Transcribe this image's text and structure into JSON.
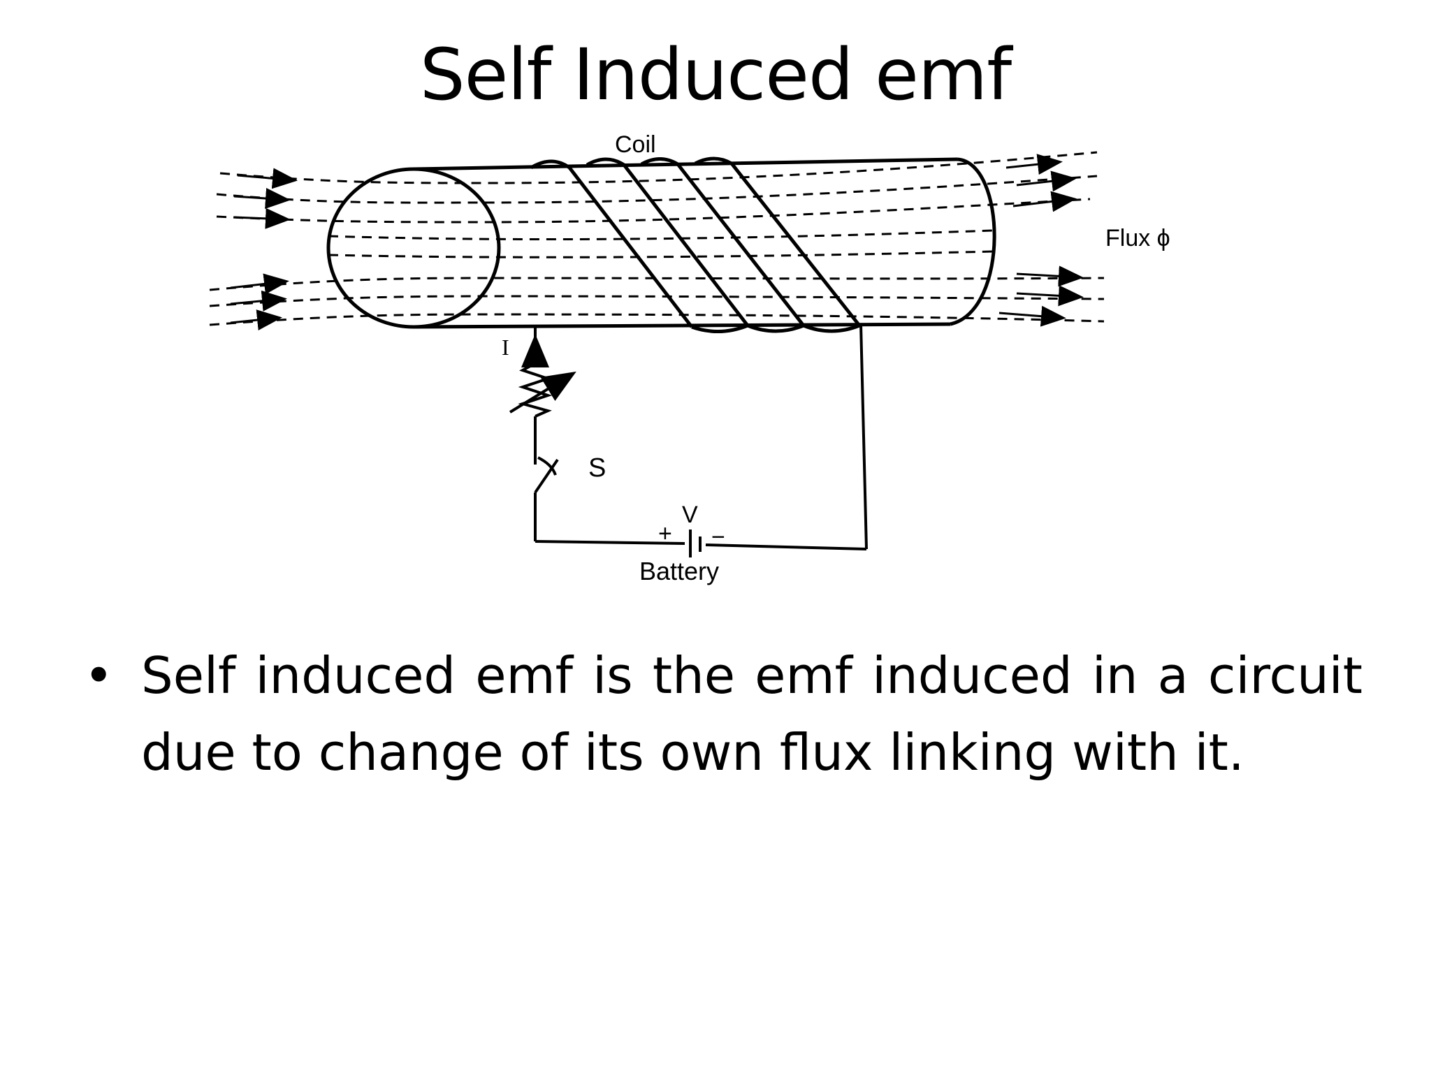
{
  "slide": {
    "title": "Self Induced emf"
  },
  "diagram": {
    "coil_label": "Coil",
    "flux_label": "Flux ϕ",
    "current_label": "I",
    "switch_label": "S",
    "voltage_label": "V",
    "battery_label": "Battery",
    "plus_sign": "+",
    "minus_sign": "−"
  },
  "bullets": [
    {
      "marker": "•",
      "text": "Self induced emf is the emf induced in a circuit due to change of its own flux linking with it."
    }
  ]
}
